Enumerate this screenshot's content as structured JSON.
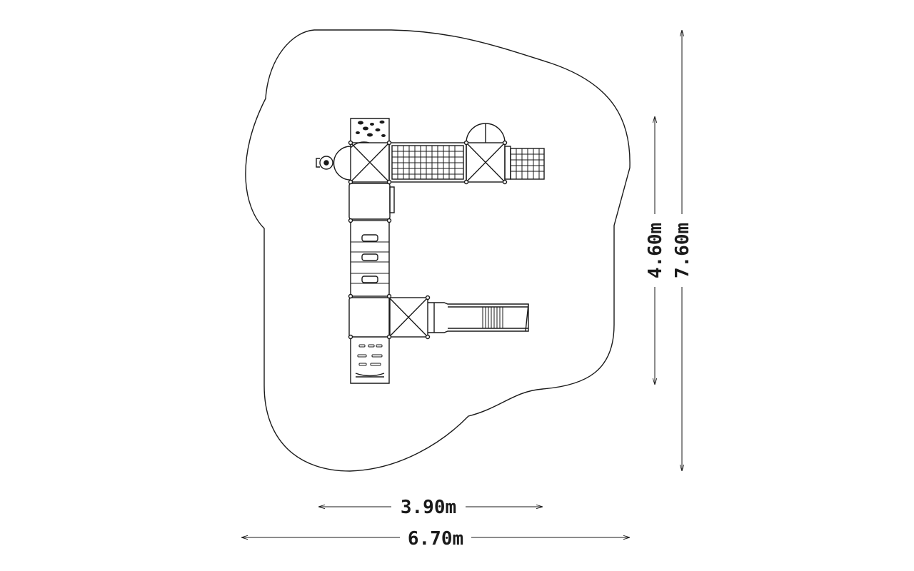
{
  "colors": {
    "ink": "#1a1a1a",
    "background": "#ffffff"
  },
  "dimensions": {
    "inner_width": "3.90m",
    "outer_width": "6.70m",
    "inner_height": "4.60m",
    "outer_height": "7.60m"
  }
}
